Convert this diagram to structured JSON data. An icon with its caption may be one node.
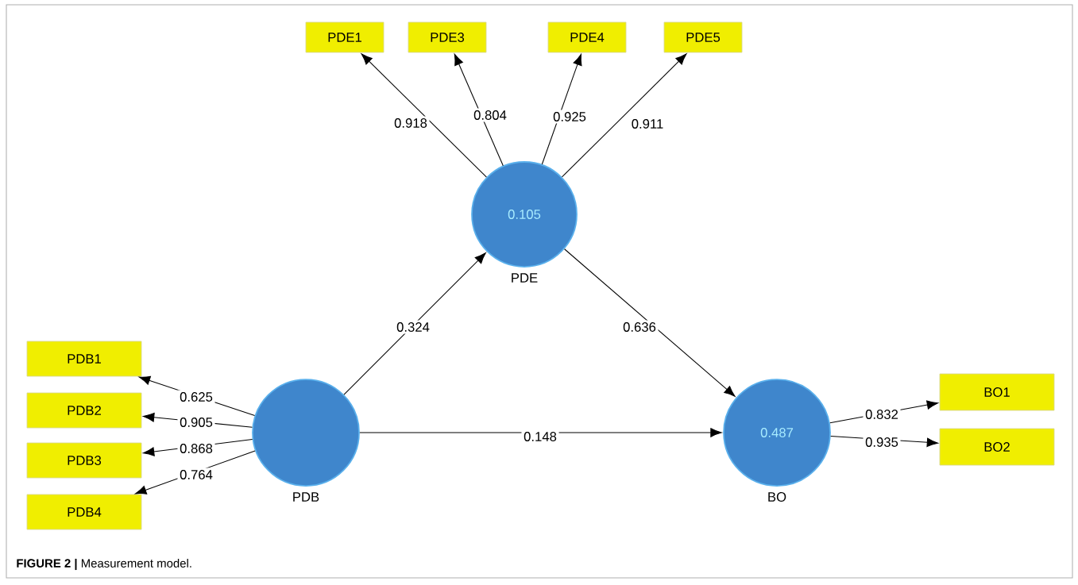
{
  "diagram": {
    "caption": "**FIGURE 2 |** Measurement model.",
    "nodes": [
      {
        "text": [
          "PDE1"
        ]
      },
      {
        "text": [
          "PDE3"
        ]
      },
      {
        "text": [
          "PDE4"
        ]
      },
      {
        "text": [
          "PDE5"
        ]
      },
      {
        "text": [
          "0.105"
        ],
        "beside": [
          "PDE"
        ]
      },
      {
        "text": [
          "PDB1"
        ]
      },
      {
        "text": [
          "PDB2"
        ]
      },
      {
        "text": [
          "PDB3"
        ]
      },
      {
        "text": [
          "PDB4"
        ]
      },
      {
        "text": [],
        "shape": "circle",
        "beside": [
          "PDB"
        ]
      },
      {
        "text": [
          "0.487"
        ],
        "beside": [
          "BO"
        ]
      },
      {
        "text": [
          "BO1"
        ]
      },
      {
        "text": [
          "BO2"
        ]
      }
    ],
    "edges": [
      {
        "from": 4,
        "to": 0,
        "arrow": "to",
        "label": "0.918"
      },
      {
        "from": 4,
        "to": 1,
        "arrow": "to",
        "label": "0.804"
      },
      {
        "from": 4,
        "to": 2,
        "arrow": "to",
        "label": "0.925"
      },
      {
        "from": 4,
        "to": 3,
        "arrow": "to",
        "label": "0.911"
      },
      {
        "from": 9,
        "to": 4,
        "arrow": "to",
        "label": "0.324"
      },
      {
        "from": 4,
        "to": 10,
        "arrow": "to",
        "label": "0.636"
      },
      {
        "from": 9,
        "to": 5,
        "arrow": "to",
        "label": "0.625"
      },
      {
        "from": 9,
        "to": 6,
        "arrow": "to",
        "label": "0.905"
      },
      {
        "from": 9,
        "to": 7,
        "arrow": "to",
        "label": "0.868"
      },
      {
        "from": 9,
        "to": 8,
        "arrow": "to",
        "label": "0.764"
      },
      {
        "from": 9,
        "to": 10,
        "arrow": "to",
        "label": "0.148"
      },
      {
        "from": 10,
        "to": 11,
        "arrow": "to",
        "label": "0.832"
      },
      {
        "from": 10,
        "to": 12,
        "arrow": "to",
        "label": "0.935"
      }
    ]
  }
}
